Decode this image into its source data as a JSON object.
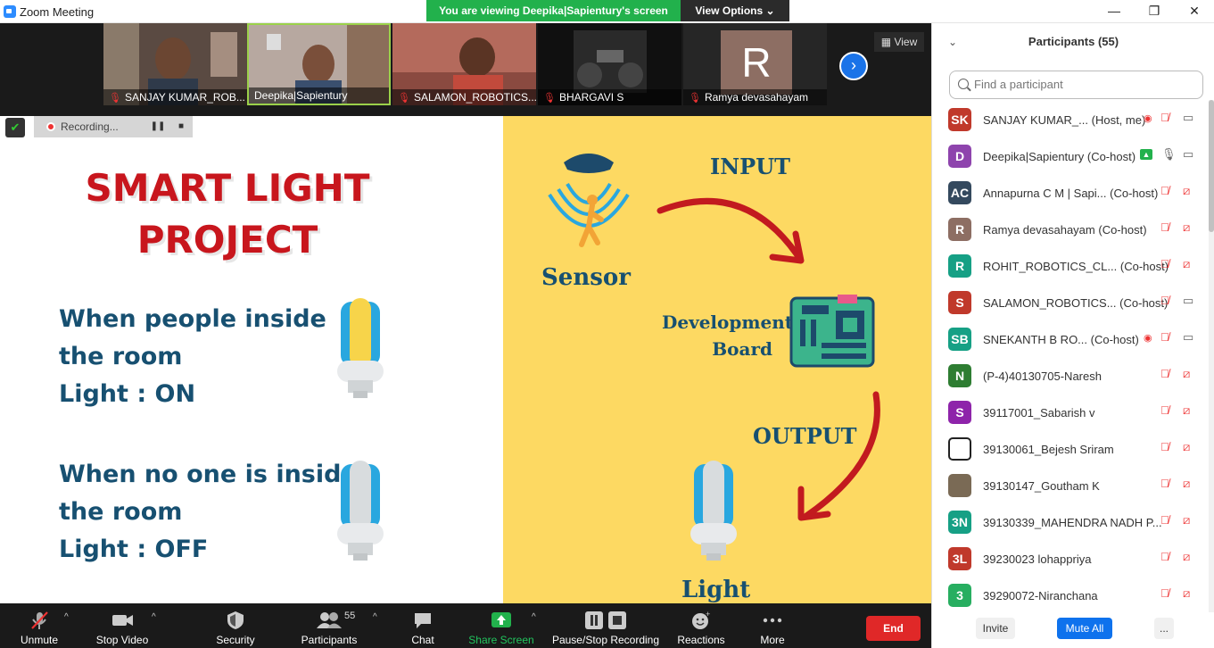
{
  "window": {
    "title": "Zoom Meeting",
    "viewing_banner": "You are viewing Deepika|Sapientury's screen",
    "view_options": "View Options",
    "controls": [
      "—",
      "❐",
      "✕"
    ]
  },
  "video_strip": {
    "tiles": [
      {
        "name": "SANJAY KUMAR_ROB...",
        "muted": true
      },
      {
        "name": "Deepika|Sapientury",
        "muted": false
      },
      {
        "name": "SALAMON_ROBOTICS...",
        "muted": true
      },
      {
        "name": "BHARGAVI S",
        "muted": true
      },
      {
        "name": "Ramya devasahayam",
        "muted": true
      }
    ],
    "ramya_initial": "R",
    "view_label": "View"
  },
  "recording": {
    "label": "Recording..."
  },
  "slide": {
    "title_line1": "SMART LIGHT",
    "title_line2": "PROJECT",
    "on_line1": "When people inside",
    "on_line2": "the room",
    "on_line3": "Light : ON",
    "off_line1": "When no one is inside",
    "off_line2": "the room",
    "off_line3": "Light : OFF",
    "input": "INPUT",
    "sensor": "Sensor",
    "dev_board_line1": "Development",
    "dev_board_line2": "Board",
    "output": "OUTPUT",
    "light": "Light",
    "colors": {
      "title_red": "#c8161d",
      "text_blue": "#175071",
      "yellow_bg": "#fdd962"
    }
  },
  "toolbar": {
    "unmute": "Unmute",
    "stop_video": "Stop Video",
    "security": "Security",
    "participants": "Participants",
    "participants_count": "55",
    "chat": "Chat",
    "share_screen": "Share Screen",
    "pause_stop_recording": "Pause/Stop Recording",
    "reactions": "Reactions",
    "more": "More",
    "end": "End"
  },
  "panel": {
    "title": "Participants (55)",
    "search_placeholder": "Find a participant",
    "participants": [
      {
        "initials": "SK",
        "color": "#c0392b",
        "name": "SANJAY KUMAR_...",
        "role": "(Host, me)",
        "rec": true,
        "mic": "muted",
        "video": "on"
      },
      {
        "initials": "D",
        "color": "#8e44ad",
        "name": "Deepika|Sapientury",
        "role": "(Co-host)",
        "share": true,
        "mic": "on",
        "video": "on"
      },
      {
        "initials": "AC",
        "color": "#34495e",
        "name": "Annapurna C M | Sapi...",
        "role": "(Co-host)",
        "mic": "muted",
        "video": "off"
      },
      {
        "initials": "R",
        "color": "#8d6e63",
        "name": "Ramya devasahayam",
        "role": "(Co-host)",
        "mic": "muted",
        "video": "off"
      },
      {
        "initials": "R",
        "color": "#16a085",
        "name": "ROHIT_ROBOTICS_CL...",
        "role": "(Co-host)",
        "mic": "muted",
        "video": "off"
      },
      {
        "initials": "S",
        "color": "#c0392b",
        "name": "SALAMON_ROBOTICS...",
        "role": "(Co-host)",
        "mic": "muted",
        "video": "on"
      },
      {
        "initials": "SB",
        "color": "#16a085",
        "name": "SNEKANTH B RO...",
        "role": "(Co-host)",
        "rec": true,
        "mic": "muted",
        "video": "on"
      },
      {
        "initials": "N",
        "color": "#2e7d32",
        "name": "(P-4)40130705-Naresh",
        "role": "",
        "mic": "muted",
        "video": "off"
      },
      {
        "initials": "S",
        "color": "#8e24aa",
        "name": "39117001_Sabarish v",
        "role": "",
        "mic": "muted",
        "video": "off"
      },
      {
        "initials": "",
        "color": "#ffffff",
        "name": "39130061_Bejesh Sriram",
        "role": "",
        "mic": "muted",
        "video": "off"
      },
      {
        "initials": "",
        "color": "#7a6a55",
        "name": "39130147_Goutham K",
        "role": "",
        "mic": "muted",
        "video": "off"
      },
      {
        "initials": "3N",
        "color": "#16a085",
        "name": "39130339_MAHENDRA NADH P...",
        "role": "",
        "mic": "muted",
        "video": "off"
      },
      {
        "initials": "3L",
        "color": "#c0392b",
        "name": "39230023 lohappriya",
        "role": "",
        "mic": "muted",
        "video": "off"
      },
      {
        "initials": "3",
        "color": "#27ae60",
        "name": "39290072-Niranchana",
        "role": "",
        "mic": "muted",
        "video": "off"
      }
    ],
    "invite": "Invite",
    "mute_all": "Mute All",
    "more": "..."
  }
}
